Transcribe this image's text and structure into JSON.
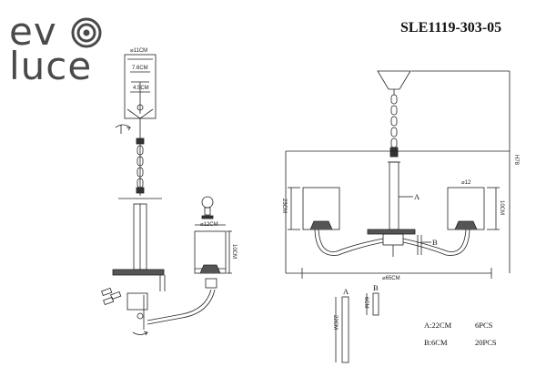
{
  "brand": {
    "line1_left": "ev",
    "line1_right": "",
    "line2": "luce"
  },
  "product_code": "SLE1119-303-05",
  "dimensions": {
    "canopy_diameter": "⌀11CM",
    "canopy_inner_width": "7.6CM",
    "canopy_mount_width": "4.5CM",
    "shade_top_diameter": "⌀12CM",
    "shade_height": "10CM",
    "total_width": "⌀65CM",
    "total_height": "H78",
    "side_height_left": "23CM",
    "shade_small_diameter": "⌀12",
    "shade_small_height": "10CM",
    "part_a_length": "22CM",
    "part_b_length": "6CM"
  },
  "labels": {
    "a": "A",
    "b": "B"
  },
  "parts_list": [
    {
      "part": "A:22CM",
      "qty": "6PCS"
    },
    {
      "part": "B:6CM",
      "qty": "20PCS"
    }
  ]
}
